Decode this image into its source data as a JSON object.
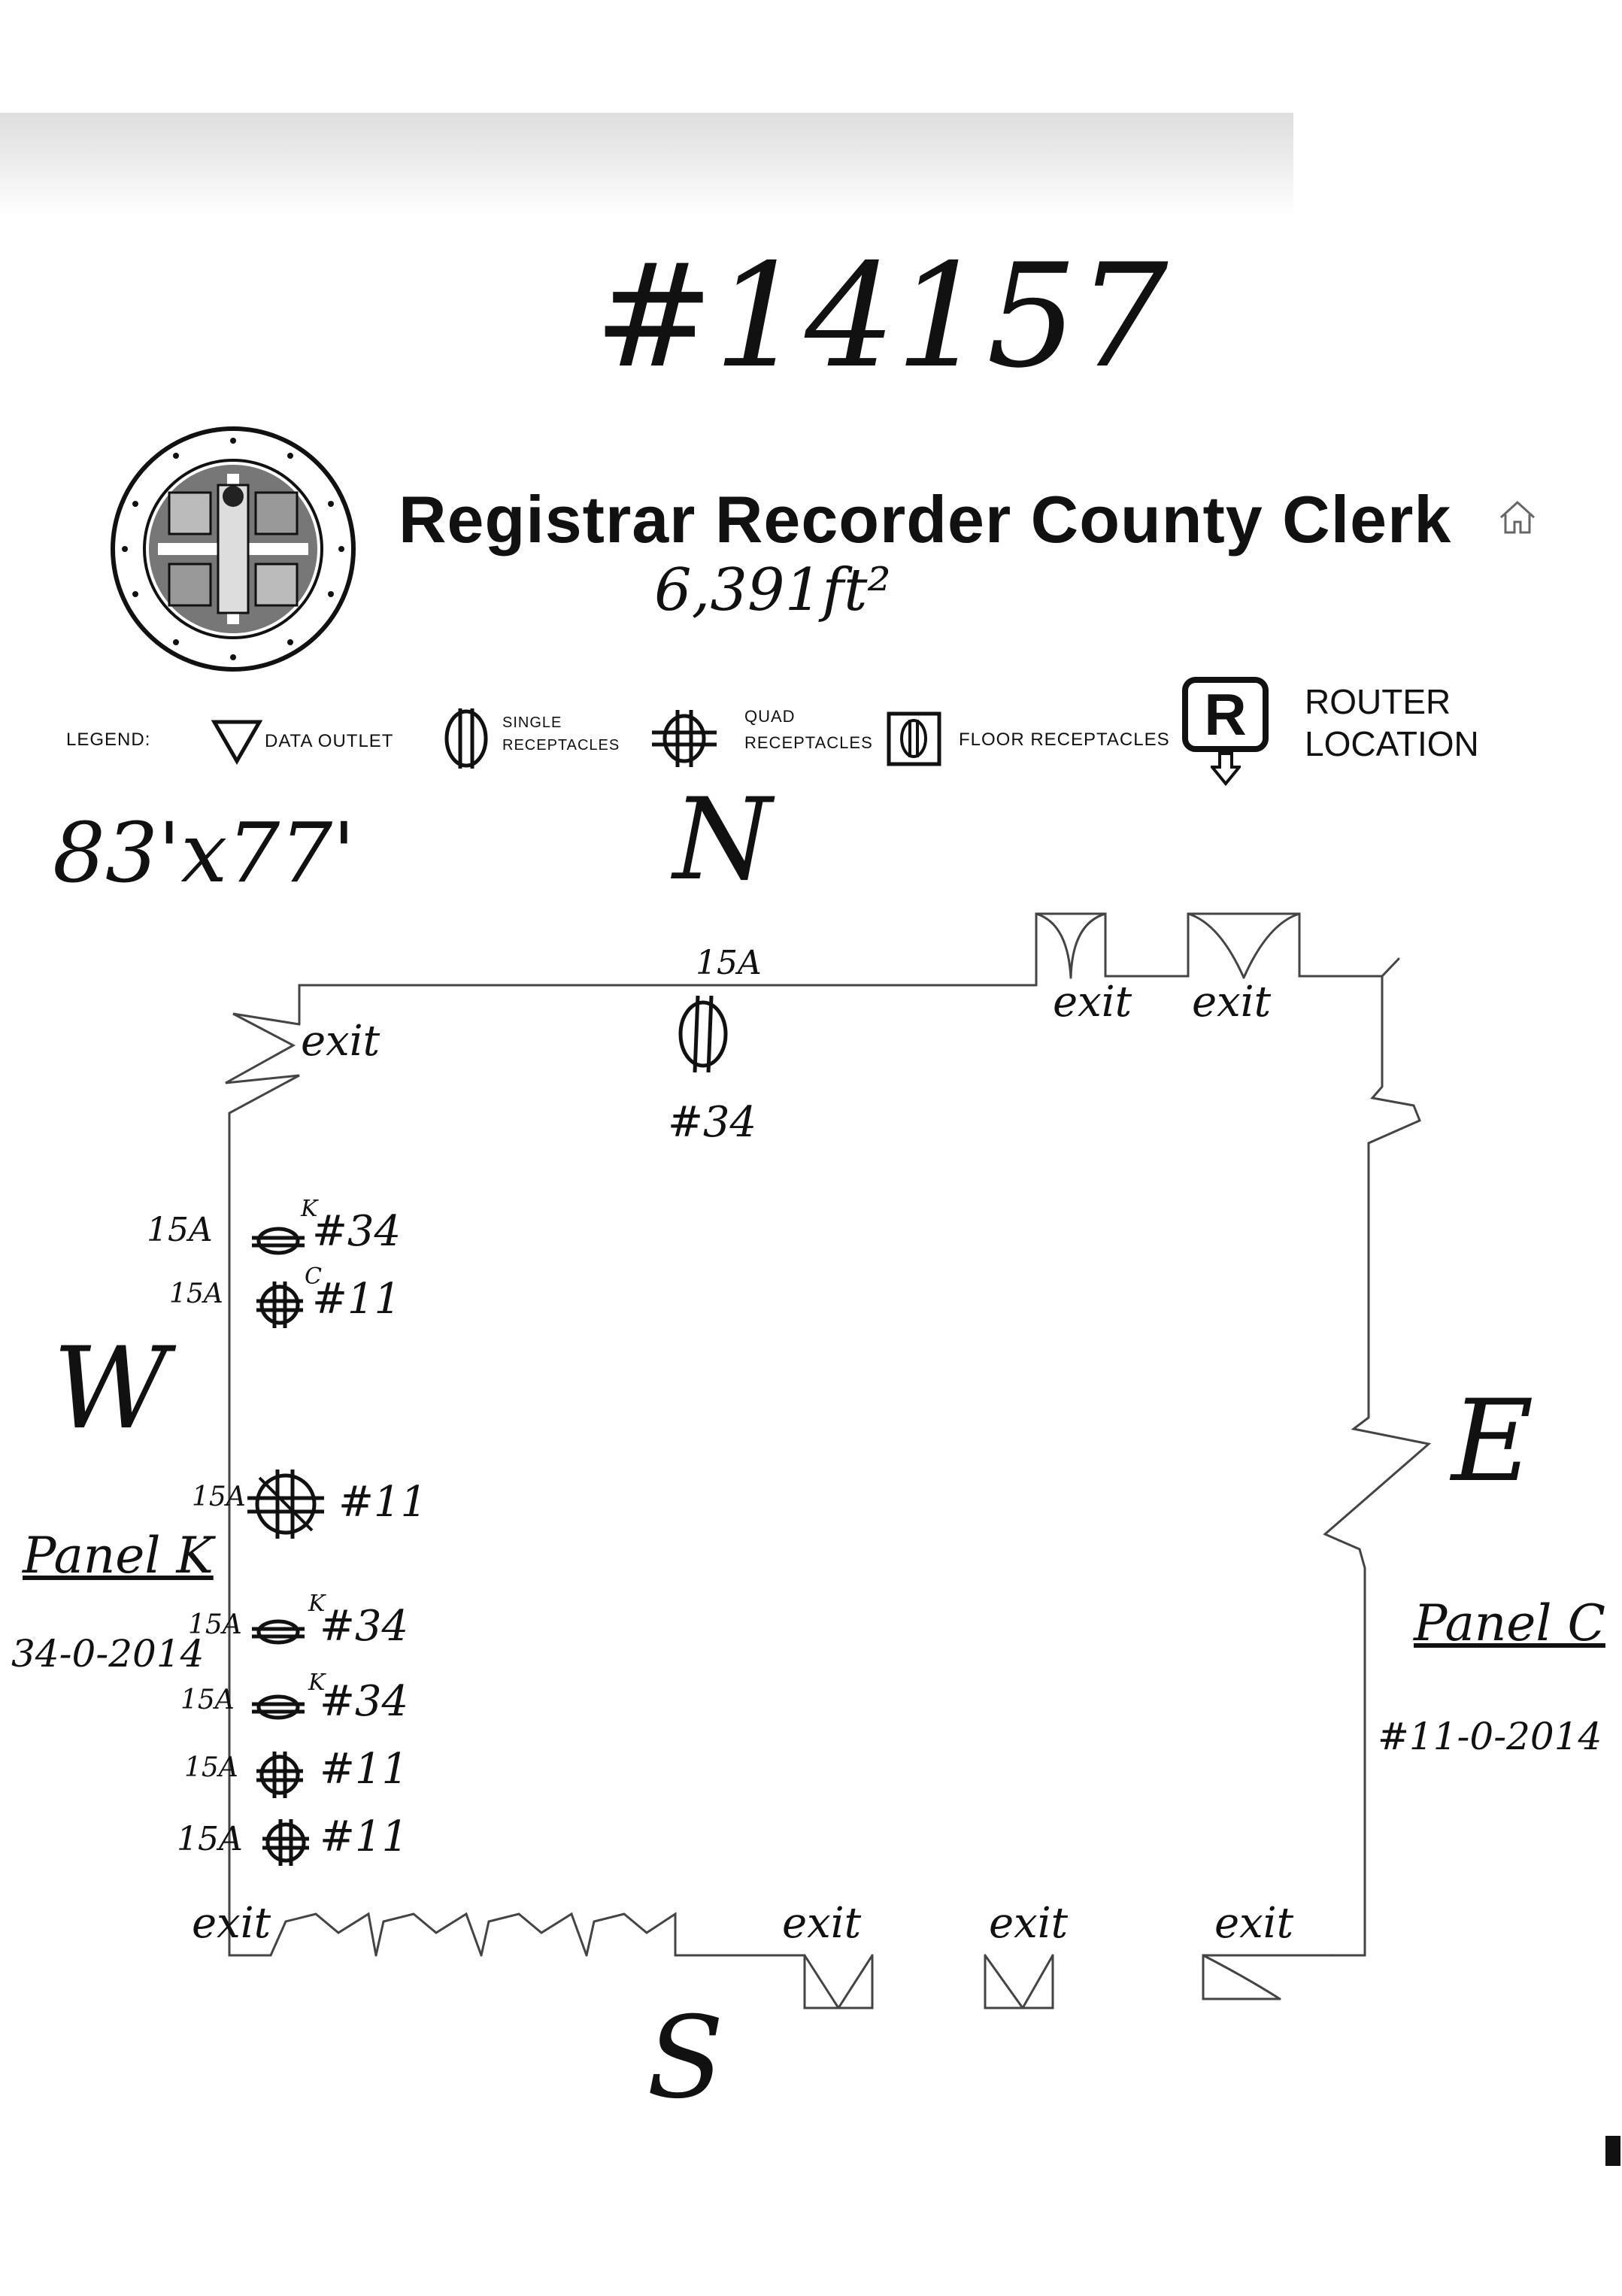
{
  "document": {
    "form_number": "#14157",
    "title": "Registrar Recorder County Clerk",
    "area": "6,391ft²",
    "dimensions": "83'x77'"
  },
  "legend": {
    "heading": "LEGEND:",
    "data_outlet": "DATA OUTLET",
    "single_receptacles_line1": "SINGLE",
    "single_receptacles_line2": "RECEPTACLES",
    "quad_receptacles_line1": "QUAD",
    "quad_receptacles_line2": "RECEPTACLES",
    "floor_receptacles": "FLOOR RECEPTACLES",
    "router_symbol": "R",
    "router_label_line1": "ROUTER",
    "router_label_line2": "LOCATION"
  },
  "compass": {
    "north": "N",
    "south": "S",
    "east": "E",
    "west": "W"
  },
  "floor_plan": {
    "exit_label": "exit",
    "north_outlet": {
      "amps": "15A",
      "circuit": "#34"
    },
    "west_outlets": [
      {
        "amps": "15A",
        "panel": "K",
        "circuit": "#34"
      },
      {
        "amps": "15A",
        "panel": "C",
        "circuit": "#11"
      },
      {
        "amps": "15A",
        "panel": "",
        "circuit": "#11"
      },
      {
        "amps": "15A",
        "panel": "K",
        "circuit": "#34"
      },
      {
        "amps": "15A",
        "panel": "K",
        "circuit": "#34"
      },
      {
        "amps": "15A",
        "panel": "",
        "circuit": "#11"
      },
      {
        "amps": "15A",
        "panel": "",
        "circuit": "#11"
      }
    ],
    "panel_west": {
      "name": "Panel K",
      "code": "34-0-2014"
    },
    "panel_east": {
      "name": "Panel C",
      "code": "#11-0-2014"
    }
  }
}
